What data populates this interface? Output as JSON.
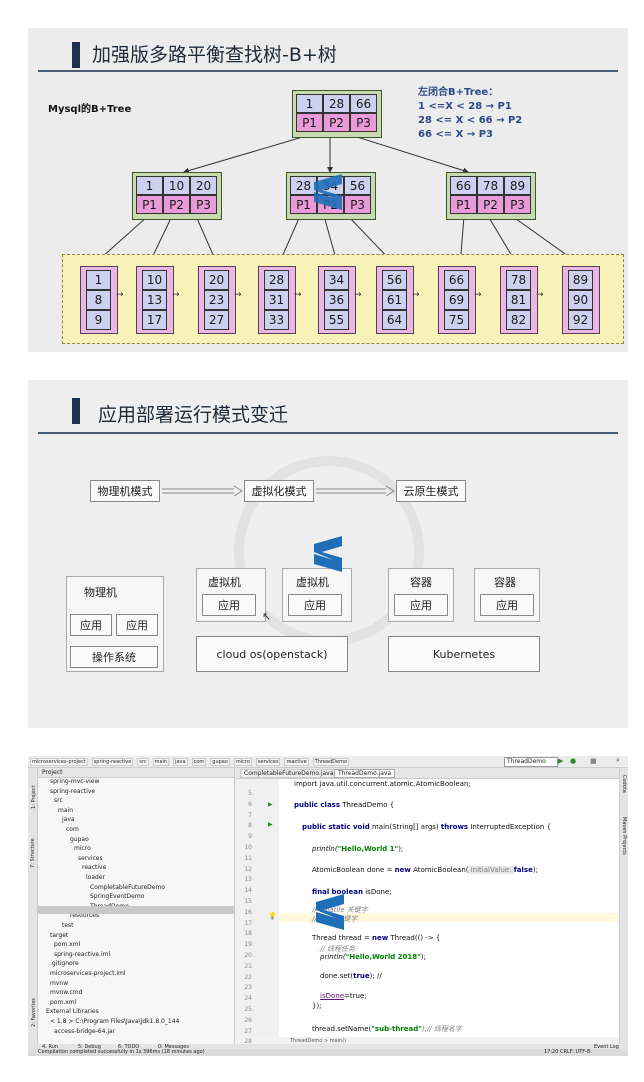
{
  "slide1": {
    "title": "加强版多路平衡查找树-B+树",
    "label": "Mysql的B+Tree",
    "rules_title": "左闭合B+Tree：",
    "rules": [
      "1 <=X < 28 → P1",
      "28 <= X < 66 → P2",
      "66 <= X → P3"
    ],
    "root": {
      "keys": [
        "1",
        "28",
        "66"
      ],
      "ptrs": [
        "P1",
        "P2",
        "P3"
      ]
    },
    "mid": [
      {
        "keys": [
          "1",
          "10",
          "20"
        ],
        "ptrs": [
          "P1",
          "P2",
          "P3"
        ]
      },
      {
        "keys": [
          "28",
          "34",
          "56"
        ],
        "ptrs": [
          "P1",
          "P2",
          "P3"
        ]
      },
      {
        "keys": [
          "66",
          "78",
          "89"
        ],
        "ptrs": [
          "P1",
          "P2",
          "P3"
        ]
      }
    ],
    "leaves": [
      [
        "1",
        "8",
        "9"
      ],
      [
        "10",
        "13",
        "17"
      ],
      [
        "20",
        "23",
        "27"
      ],
      [
        "28",
        "31",
        "33"
      ],
      [
        "34",
        "36",
        "55"
      ],
      [
        "56",
        "61",
        "64"
      ],
      [
        "66",
        "69",
        "75"
      ],
      [
        "78",
        "81",
        "82"
      ],
      [
        "89",
        "90",
        "92"
      ]
    ]
  },
  "slide2": {
    "title": "应用部署运行模式变迁",
    "stages": [
      "物理机模式",
      "虚拟化模式",
      "云原生模式"
    ],
    "physical": {
      "title": "物理机",
      "apps": [
        "应用",
        "应用"
      ],
      "os": "操作系统"
    },
    "vms": [
      {
        "title": "虚拟机",
        "app": "应用"
      },
      {
        "title": "虚拟机",
        "app": "应用"
      }
    ],
    "cloud_os": "cloud os(openstack)",
    "containers": [
      {
        "title": "容器",
        "app": "应用"
      },
      {
        "title": "容器",
        "app": "应用"
      }
    ],
    "k8s": "Kubernetes"
  },
  "ide": {
    "breadcrumbs": [
      "microservices-project",
      "spring-reactive",
      "src",
      "main",
      "java",
      "com",
      "gupao",
      "micro",
      "services",
      "reactive",
      "ThreadDemo"
    ],
    "run_config": "ThreadDemo",
    "project_label": "Project",
    "tabs": [
      "CompletableFutureDemo.java",
      "ThreadDemo.java"
    ],
    "tree": [
      "spring-mvc-view",
      "spring-reactive",
      "src",
      "main",
      "java",
      "com",
      "gupao",
      "micro",
      "services",
      "reactive",
      "loader",
      "CompletableFutureDemo",
      "SpringEventDemo",
      "ThreadDemo",
      "resources",
      "test",
      "target",
      "pom.xml",
      "spring-reactive.iml",
      ".gitignore",
      "microservices-project.iml",
      "mvnw",
      "mvnw.cmd",
      "pom.xml",
      "External Libraries",
      "< 1.8 > C:\\Program Files\\Java\\jdk1.8.0_144",
      "access-bridge-64.jar"
    ],
    "line_numbers": [
      "5",
      "6",
      "7",
      "8",
      "9",
      "10",
      "11",
      "12",
      "13",
      "14",
      "15",
      "16",
      "17",
      "18",
      "19",
      "20",
      "21",
      "22",
      "23",
      "24",
      "25",
      "26",
      "27",
      "28"
    ],
    "code": {
      "import": "import java.util.concurrent.atomic.AtomicBoolean;",
      "class_kw": "public class",
      "class_name": " ThreadDemo {",
      "main_kw": "public static void",
      "main_sig": " main(String[] args) ",
      "throws_kw": "throws",
      "exc": " InterruptedException {",
      "println1_fn": "println(",
      "println1_str": "\"Hello,World 1\"",
      "println1_end": ");",
      "atomic_a": "AtomicBoolean done = ",
      "new_kw": "new",
      "atomic_b": " AtomicBoolean(",
      "atomic_hint": " initialValue: ",
      "false_kw": "false",
      "atomic_end": ");",
      "final_kw": "final",
      "bool_kw": "boolean",
      "isdone": " isDone;",
      "cmt1": "// volatile 关键字",
      "cmt2": "// final 关键字",
      "thread_a": "Thread thread = ",
      "thread_b": " Thread(() -> {",
      "cmt3": "// 线程任务",
      "println2_str": "\"Hello,World 2018\"",
      "done_a": "done.set(",
      "true_kw": "true",
      "done_end": "); //",
      "isdone2": "isDone",
      "isdone2_b": "=true;",
      "close": "});",
      "setname_a": "thread.setName(",
      "setname_str": "\"sub-thread\"",
      "setname_end": ");// 线程名字"
    },
    "code_footer": "ThreadDemo > main()",
    "tool_tabs": [
      "4: Run",
      "5: Debug",
      "6: TODO",
      "0: Messages"
    ],
    "event_log": "Event Log",
    "status": "Compilation completed successfully in 1s 396ms (18 minutes ago)",
    "status_right": "17:20  CRLF:  UTF-8:",
    "side_labels": [
      "1: Project",
      "7: Structure",
      "2: Favorites"
    ],
    "right_labels": [
      "Codota",
      "Maven Projects"
    ]
  }
}
